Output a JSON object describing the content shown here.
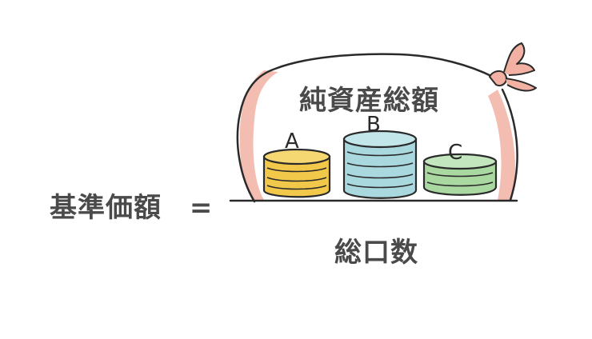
{
  "equation": {
    "lhs": "基準価額",
    "equals": "=",
    "numerator": "純資産総額",
    "denominator": "総口数"
  },
  "coins": [
    {
      "label": "A",
      "color": "#f2c84b"
    },
    {
      "label": "B",
      "color": "#a9d9de"
    },
    {
      "label": "C",
      "color": "#a9d8a1"
    }
  ],
  "colors": {
    "text": "#4a4a4a",
    "bag_outline": "#2a2a2a",
    "bag_shade": "#f2b1a3"
  }
}
